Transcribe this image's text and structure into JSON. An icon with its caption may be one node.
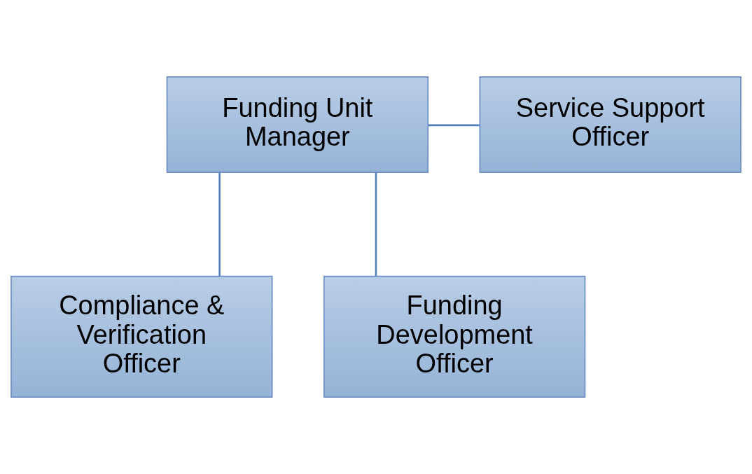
{
  "diagram": {
    "nodes": [
      {
        "text": [
          "Funding Unit Manager"
        ]
      },
      {
        "text": [
          "Service Support Officer"
        ]
      },
      {
        "text": [
          "Compliance & Verification Officer"
        ]
      },
      {
        "text": [
          "Funding Development Officer"
        ]
      }
    ],
    "edges": [
      {
        "from": 0,
        "to": 1,
        "arrow": "none"
      },
      {
        "from": 0,
        "to": 2,
        "arrow": "none"
      },
      {
        "from": 0,
        "to": 3,
        "arrow": "none"
      }
    ]
  }
}
